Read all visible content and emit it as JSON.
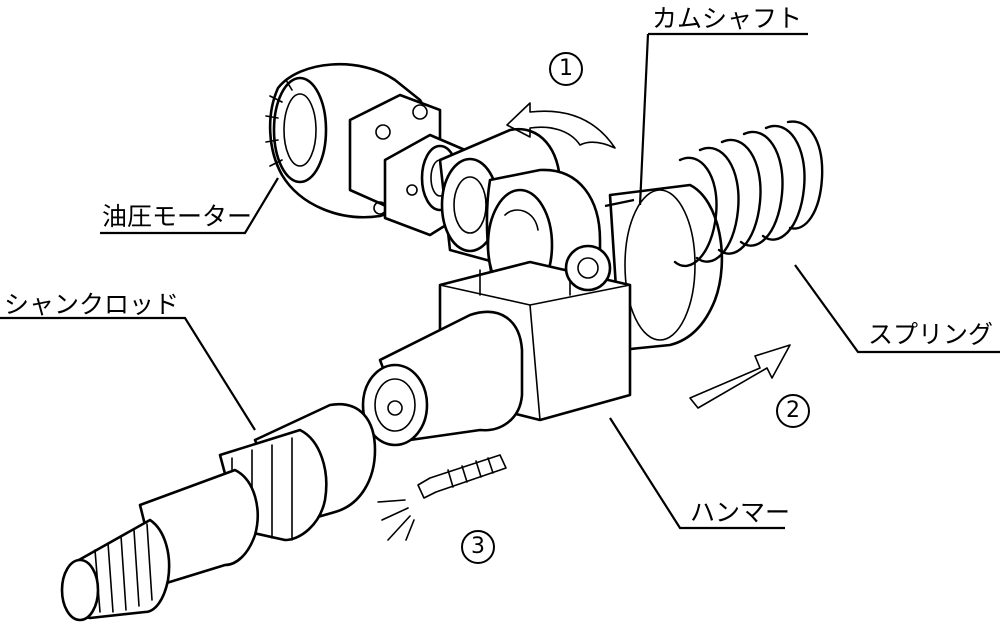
{
  "labels": {
    "camshaft": "カムシャフト",
    "hydraulic_motor": "油圧モーター",
    "shank_rod": "シャンクロッド",
    "spring": "スプリング",
    "hammer": "ハンマー"
  },
  "steps": {
    "step1": "1",
    "step2": "2",
    "step3": "3"
  }
}
